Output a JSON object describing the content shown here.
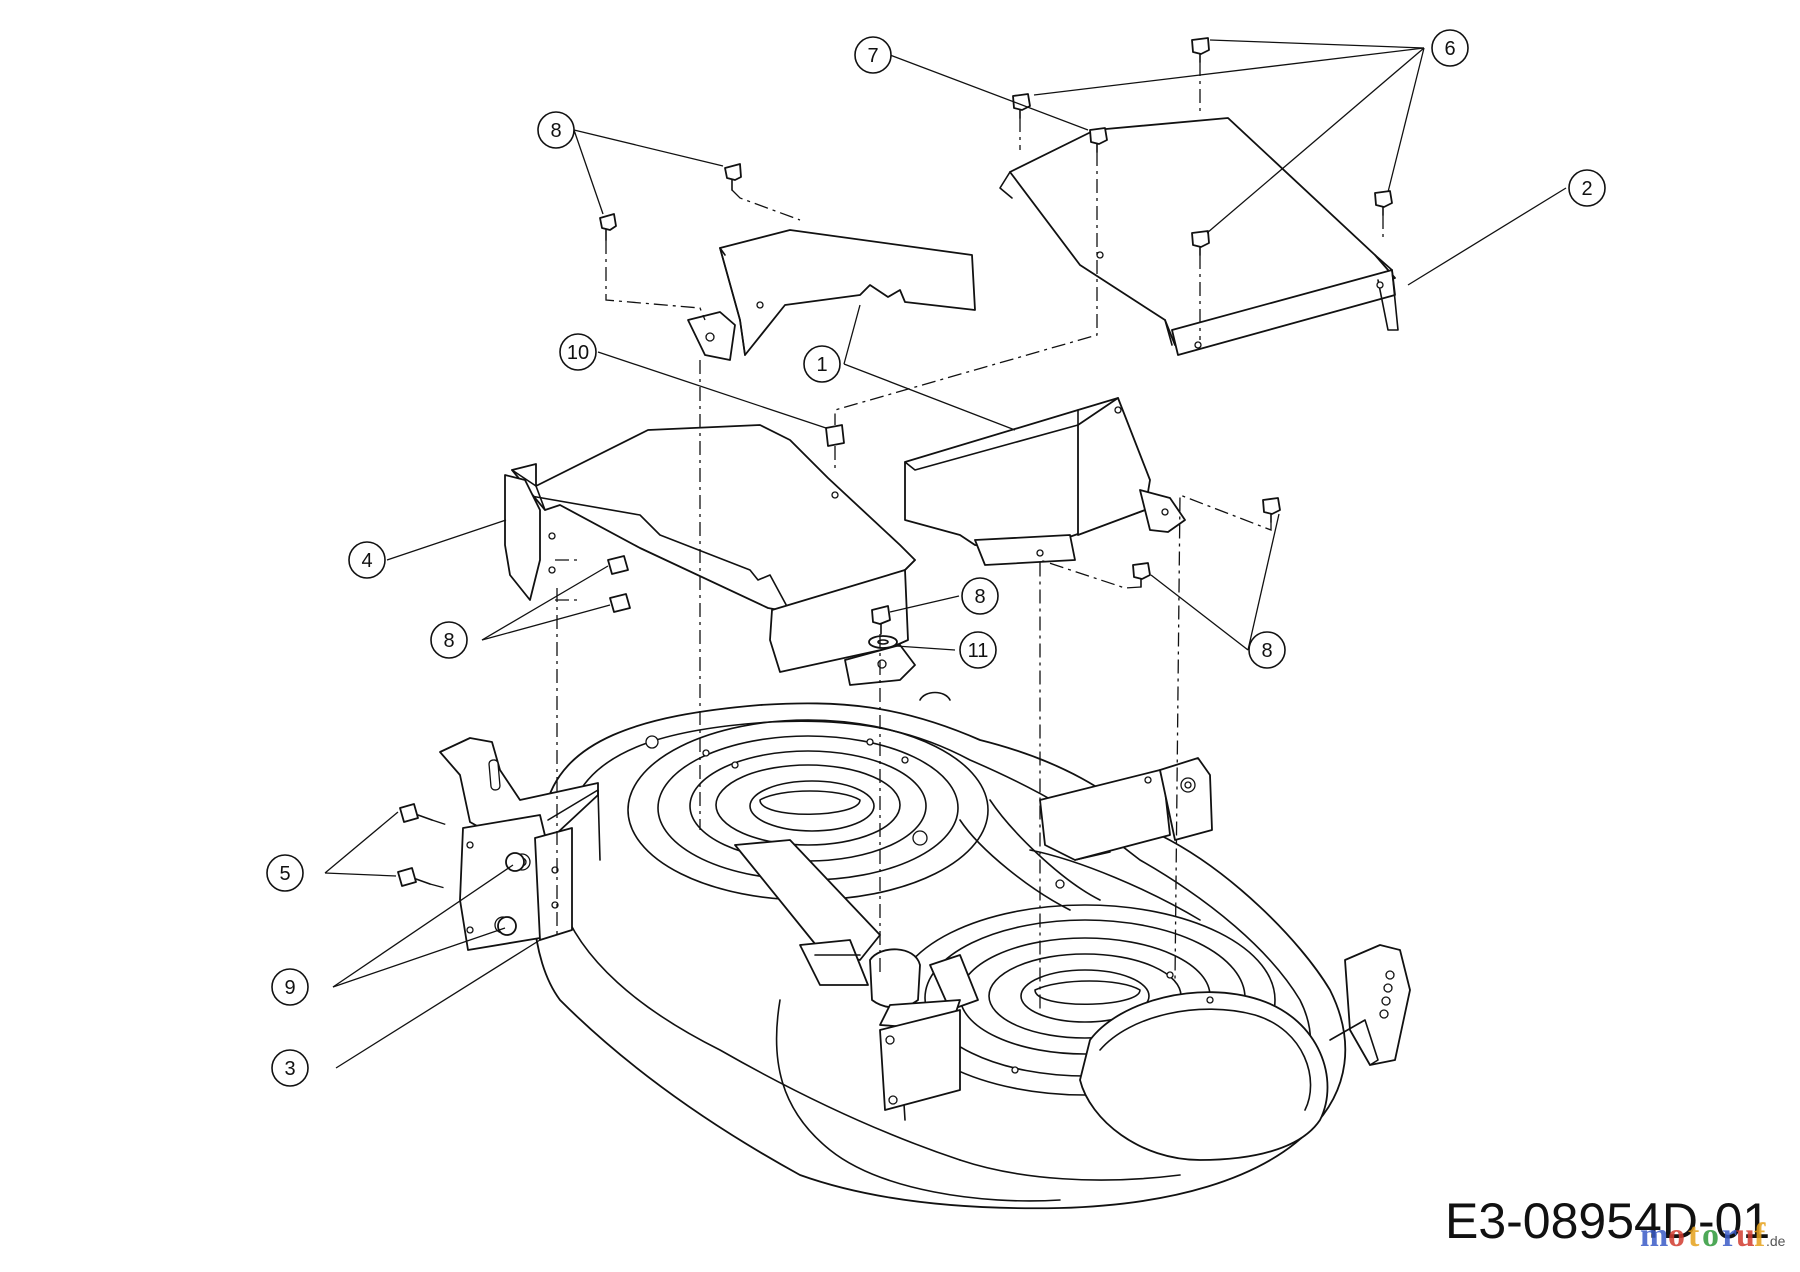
{
  "diagram": {
    "drawing_code": "E3-08954D-01",
    "watermark": {
      "text": "motoruf",
      "suffix": ".de",
      "colors": [
        "#3a5bc7",
        "#d23b2f",
        "#e6a21c",
        "#2f9a3a"
      ]
    },
    "callouts": [
      {
        "label": "1"
      },
      {
        "label": "2"
      },
      {
        "label": "3"
      },
      {
        "label": "4"
      },
      {
        "label": "5"
      },
      {
        "label": "6"
      },
      {
        "label": "7"
      },
      {
        "label": "8"
      },
      {
        "label": "8"
      },
      {
        "label": "8"
      },
      {
        "label": "8"
      },
      {
        "label": "9"
      },
      {
        "label": "10"
      },
      {
        "label": "11"
      }
    ]
  }
}
